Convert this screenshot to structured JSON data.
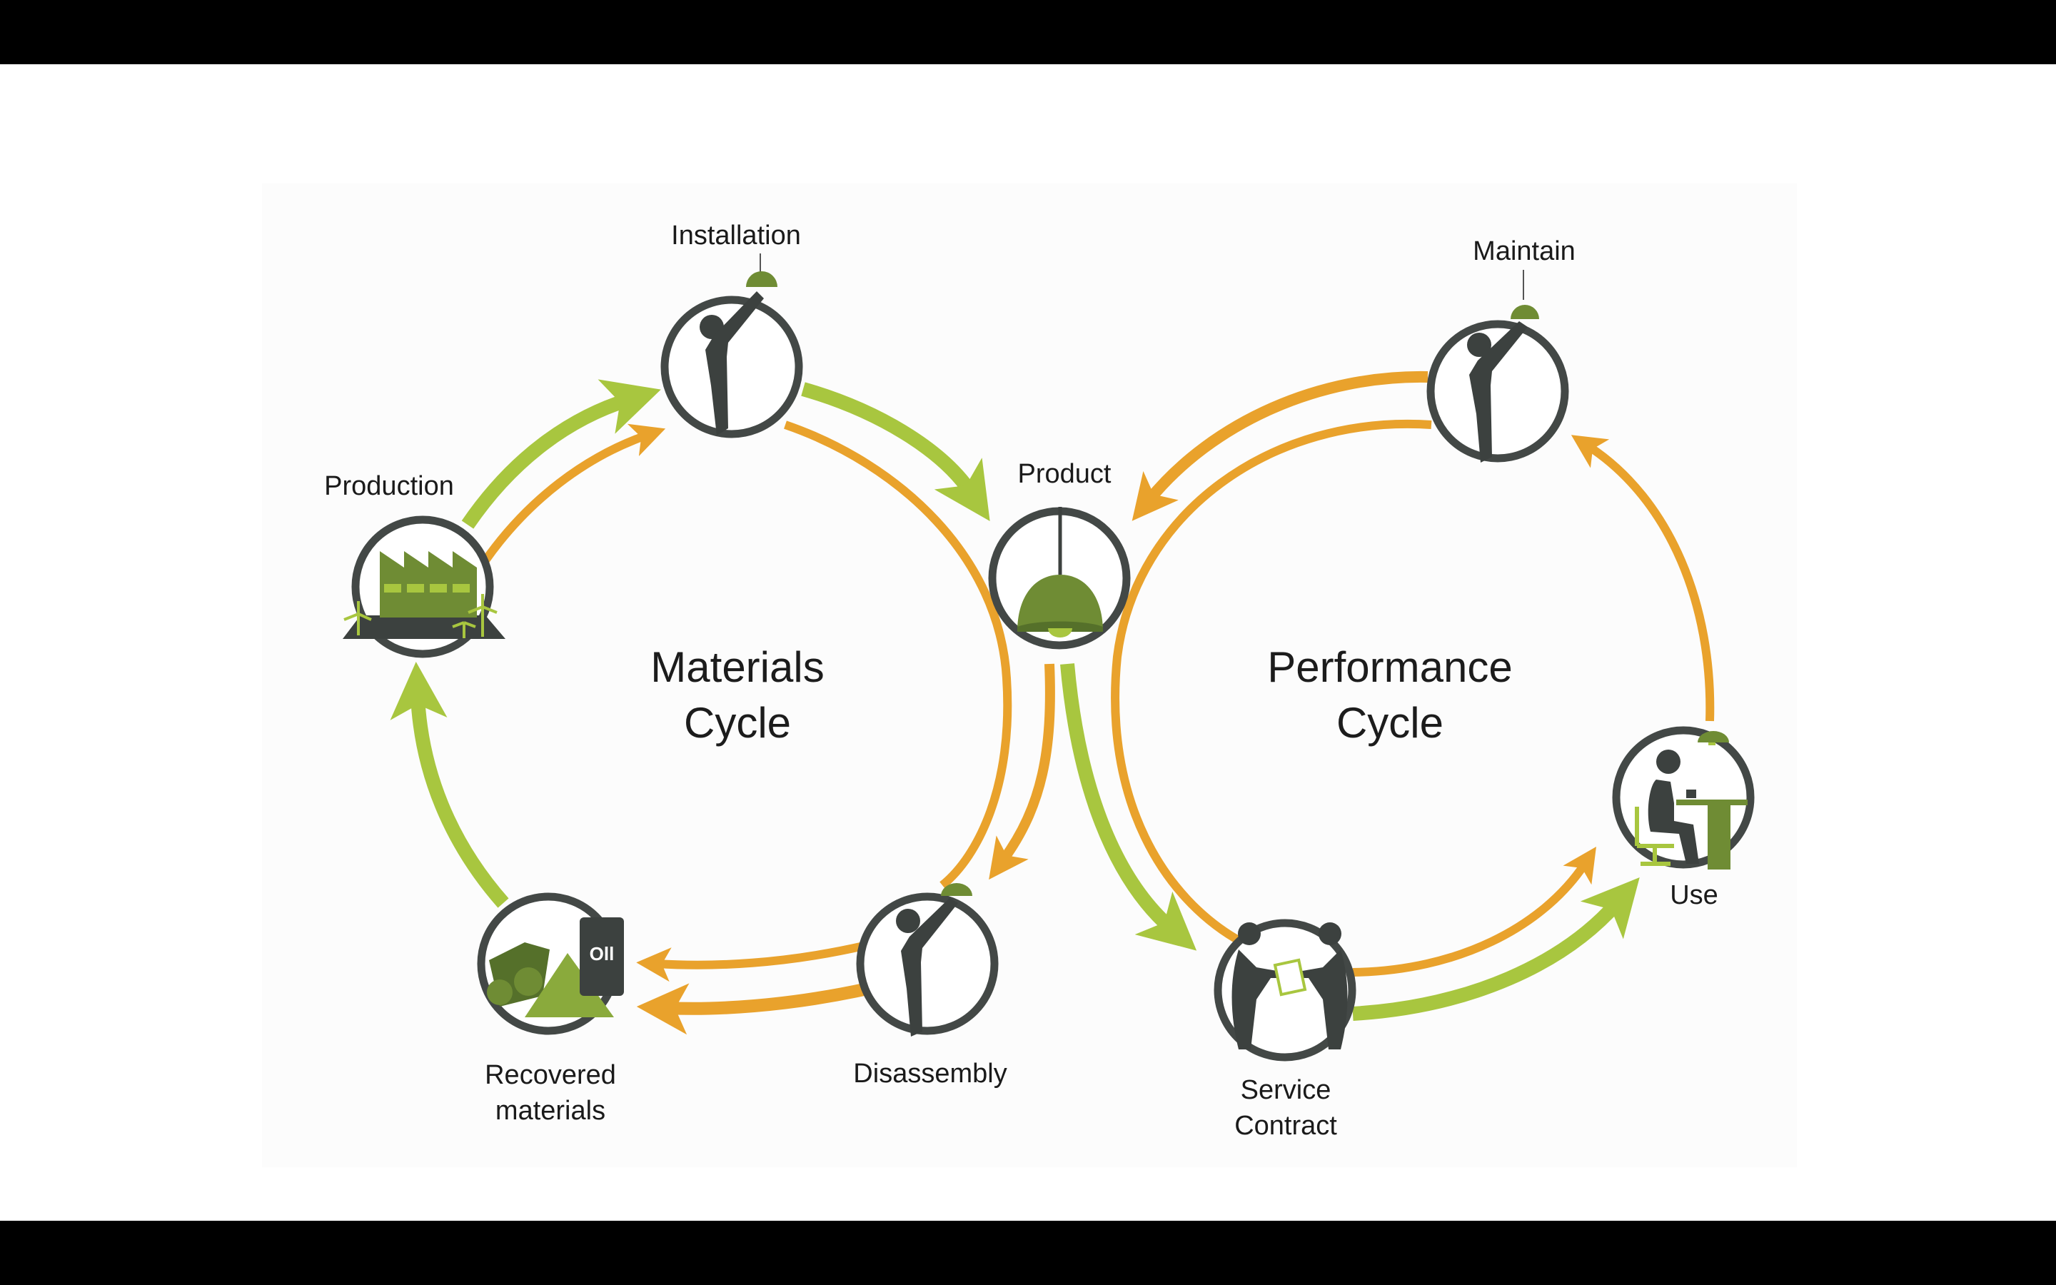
{
  "colors": {
    "material_arrow": "#a8c63f",
    "performance_arrow": "#e9a22c",
    "ring": "#434846",
    "icon_dark": "#3c413f",
    "icon_olive": "#6f8c34",
    "icon_light": "#a8c63f",
    "background": "#ffffff",
    "frame": "#000000"
  },
  "cycles": [
    {
      "id": "materials",
      "title_line1": "Materials",
      "title_line2": "Cycle"
    },
    {
      "id": "performance",
      "title_line1": "Performance",
      "title_line2": "Cycle"
    }
  ],
  "nodes": {
    "installation": {
      "label": "Installation",
      "icon": "person-installing-lamp-icon"
    },
    "production": {
      "label": "Production",
      "icon": "factory-icon"
    },
    "product": {
      "label": "Product",
      "icon": "pendant-lamp-icon"
    },
    "disassembly": {
      "label": "Disassembly",
      "icon": "person-removing-lamp-icon"
    },
    "recovered": {
      "label_line1": "Recovered",
      "label_line2": "materials",
      "icon": "raw-materials-icon"
    },
    "maintain": {
      "label": "Maintain",
      "icon": "person-maintaining-lamp-icon"
    },
    "use": {
      "label": "Use",
      "icon": "person-at-desk-icon"
    },
    "service_contract": {
      "label_line1": "Service",
      "label_line2": "Contract",
      "icon": "handshake-icon"
    }
  },
  "flows": [
    {
      "from": "Production",
      "to": "Installation",
      "color": "green"
    },
    {
      "from": "Production",
      "to": "Installation",
      "color": "orange"
    },
    {
      "from": "Installation",
      "to": "Product",
      "color": "green"
    },
    {
      "from": "Installation",
      "to": "Disassembly",
      "color": "orange"
    },
    {
      "from": "Product",
      "to": "Disassembly",
      "color": "orange"
    },
    {
      "from": "Disassembly",
      "to": "Recovered materials",
      "color": "orange"
    },
    {
      "from": "Disassembly",
      "to": "Recovered materials",
      "color": "orange"
    },
    {
      "from": "Recovered materials",
      "to": "Production",
      "color": "green"
    },
    {
      "from": "Maintain",
      "to": "Product",
      "color": "orange"
    },
    {
      "from": "Maintain",
      "to": "Service Contract",
      "color": "orange"
    },
    {
      "from": "Product",
      "to": "Service Contract",
      "color": "green"
    },
    {
      "from": "Service Contract",
      "to": "Use",
      "color": "orange"
    },
    {
      "from": "Service Contract",
      "to": "Use",
      "color": "green"
    },
    {
      "from": "Use",
      "to": "Maintain",
      "color": "orange"
    }
  ]
}
